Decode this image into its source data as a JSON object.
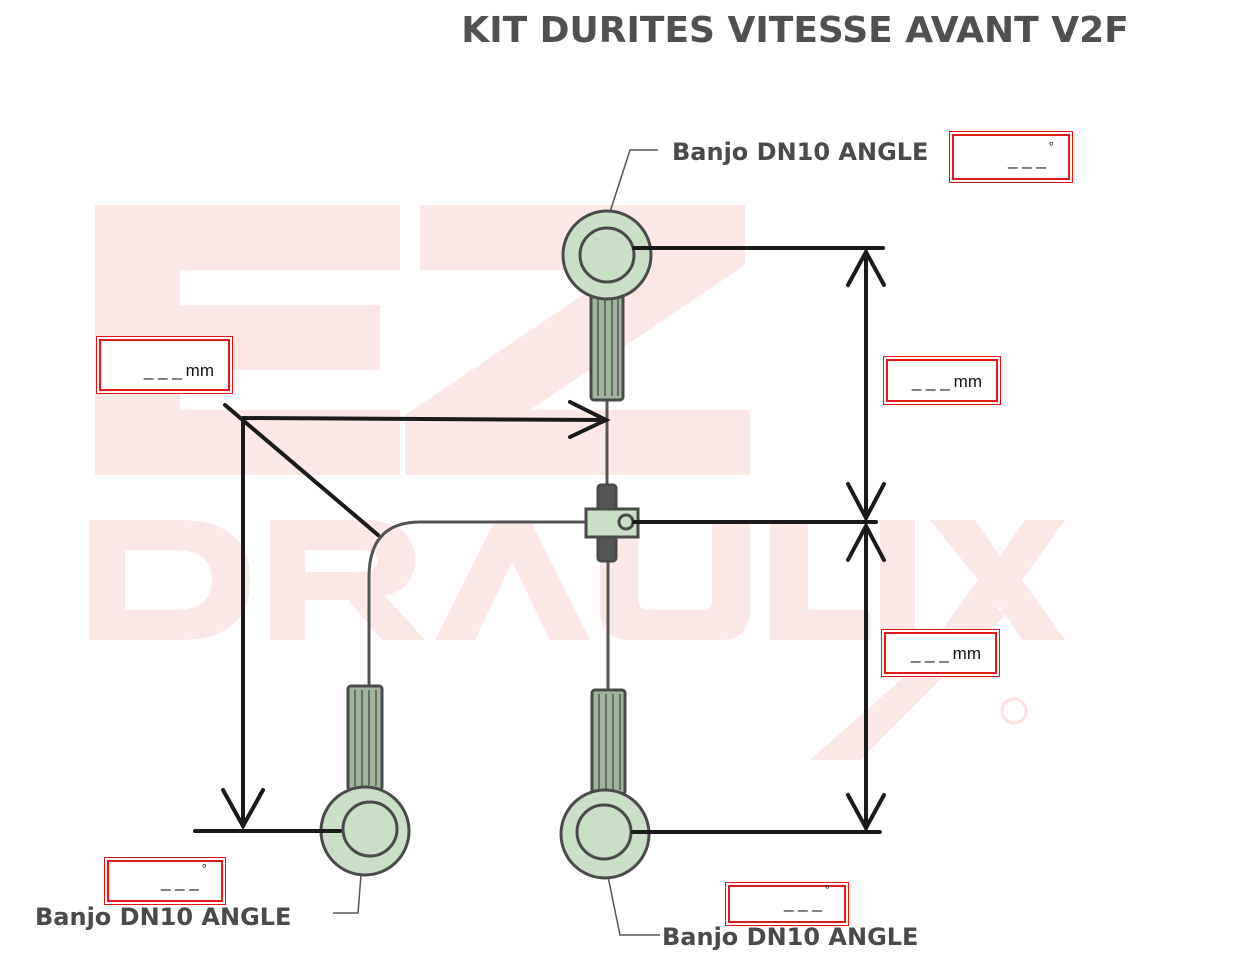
{
  "title": "KIT DURITES VITESSE AVANT V2F",
  "watermark": {
    "line1": "EZ",
    "line2": "DRAULIX",
    "mark": "®"
  },
  "labels": {
    "top": "Banjo DN10 ANGLE",
    "bottom_left": "Banjo DN10 ANGLE",
    "bottom_right": "Banjo DN10 ANGLE"
  },
  "fields": {
    "angle_top": {
      "value": "_ _ _",
      "unit": "°"
    },
    "length_upper_right": {
      "value": "_ _ _",
      "unit": "mm"
    },
    "length_left": {
      "value": "_ _ _",
      "unit": "mm"
    },
    "length_lower_right": {
      "value": "_ _ _",
      "unit": "mm"
    },
    "angle_bottom_left": {
      "value": "_ _ _",
      "unit": "°"
    },
    "angle_bottom_right": {
      "value": "_ _ _",
      "unit": "°"
    }
  },
  "colors": {
    "fitting": "#c9dfc6",
    "outline": "#4a4a4a",
    "field_border": "#e01818",
    "watermark": "#fbe4e4"
  }
}
